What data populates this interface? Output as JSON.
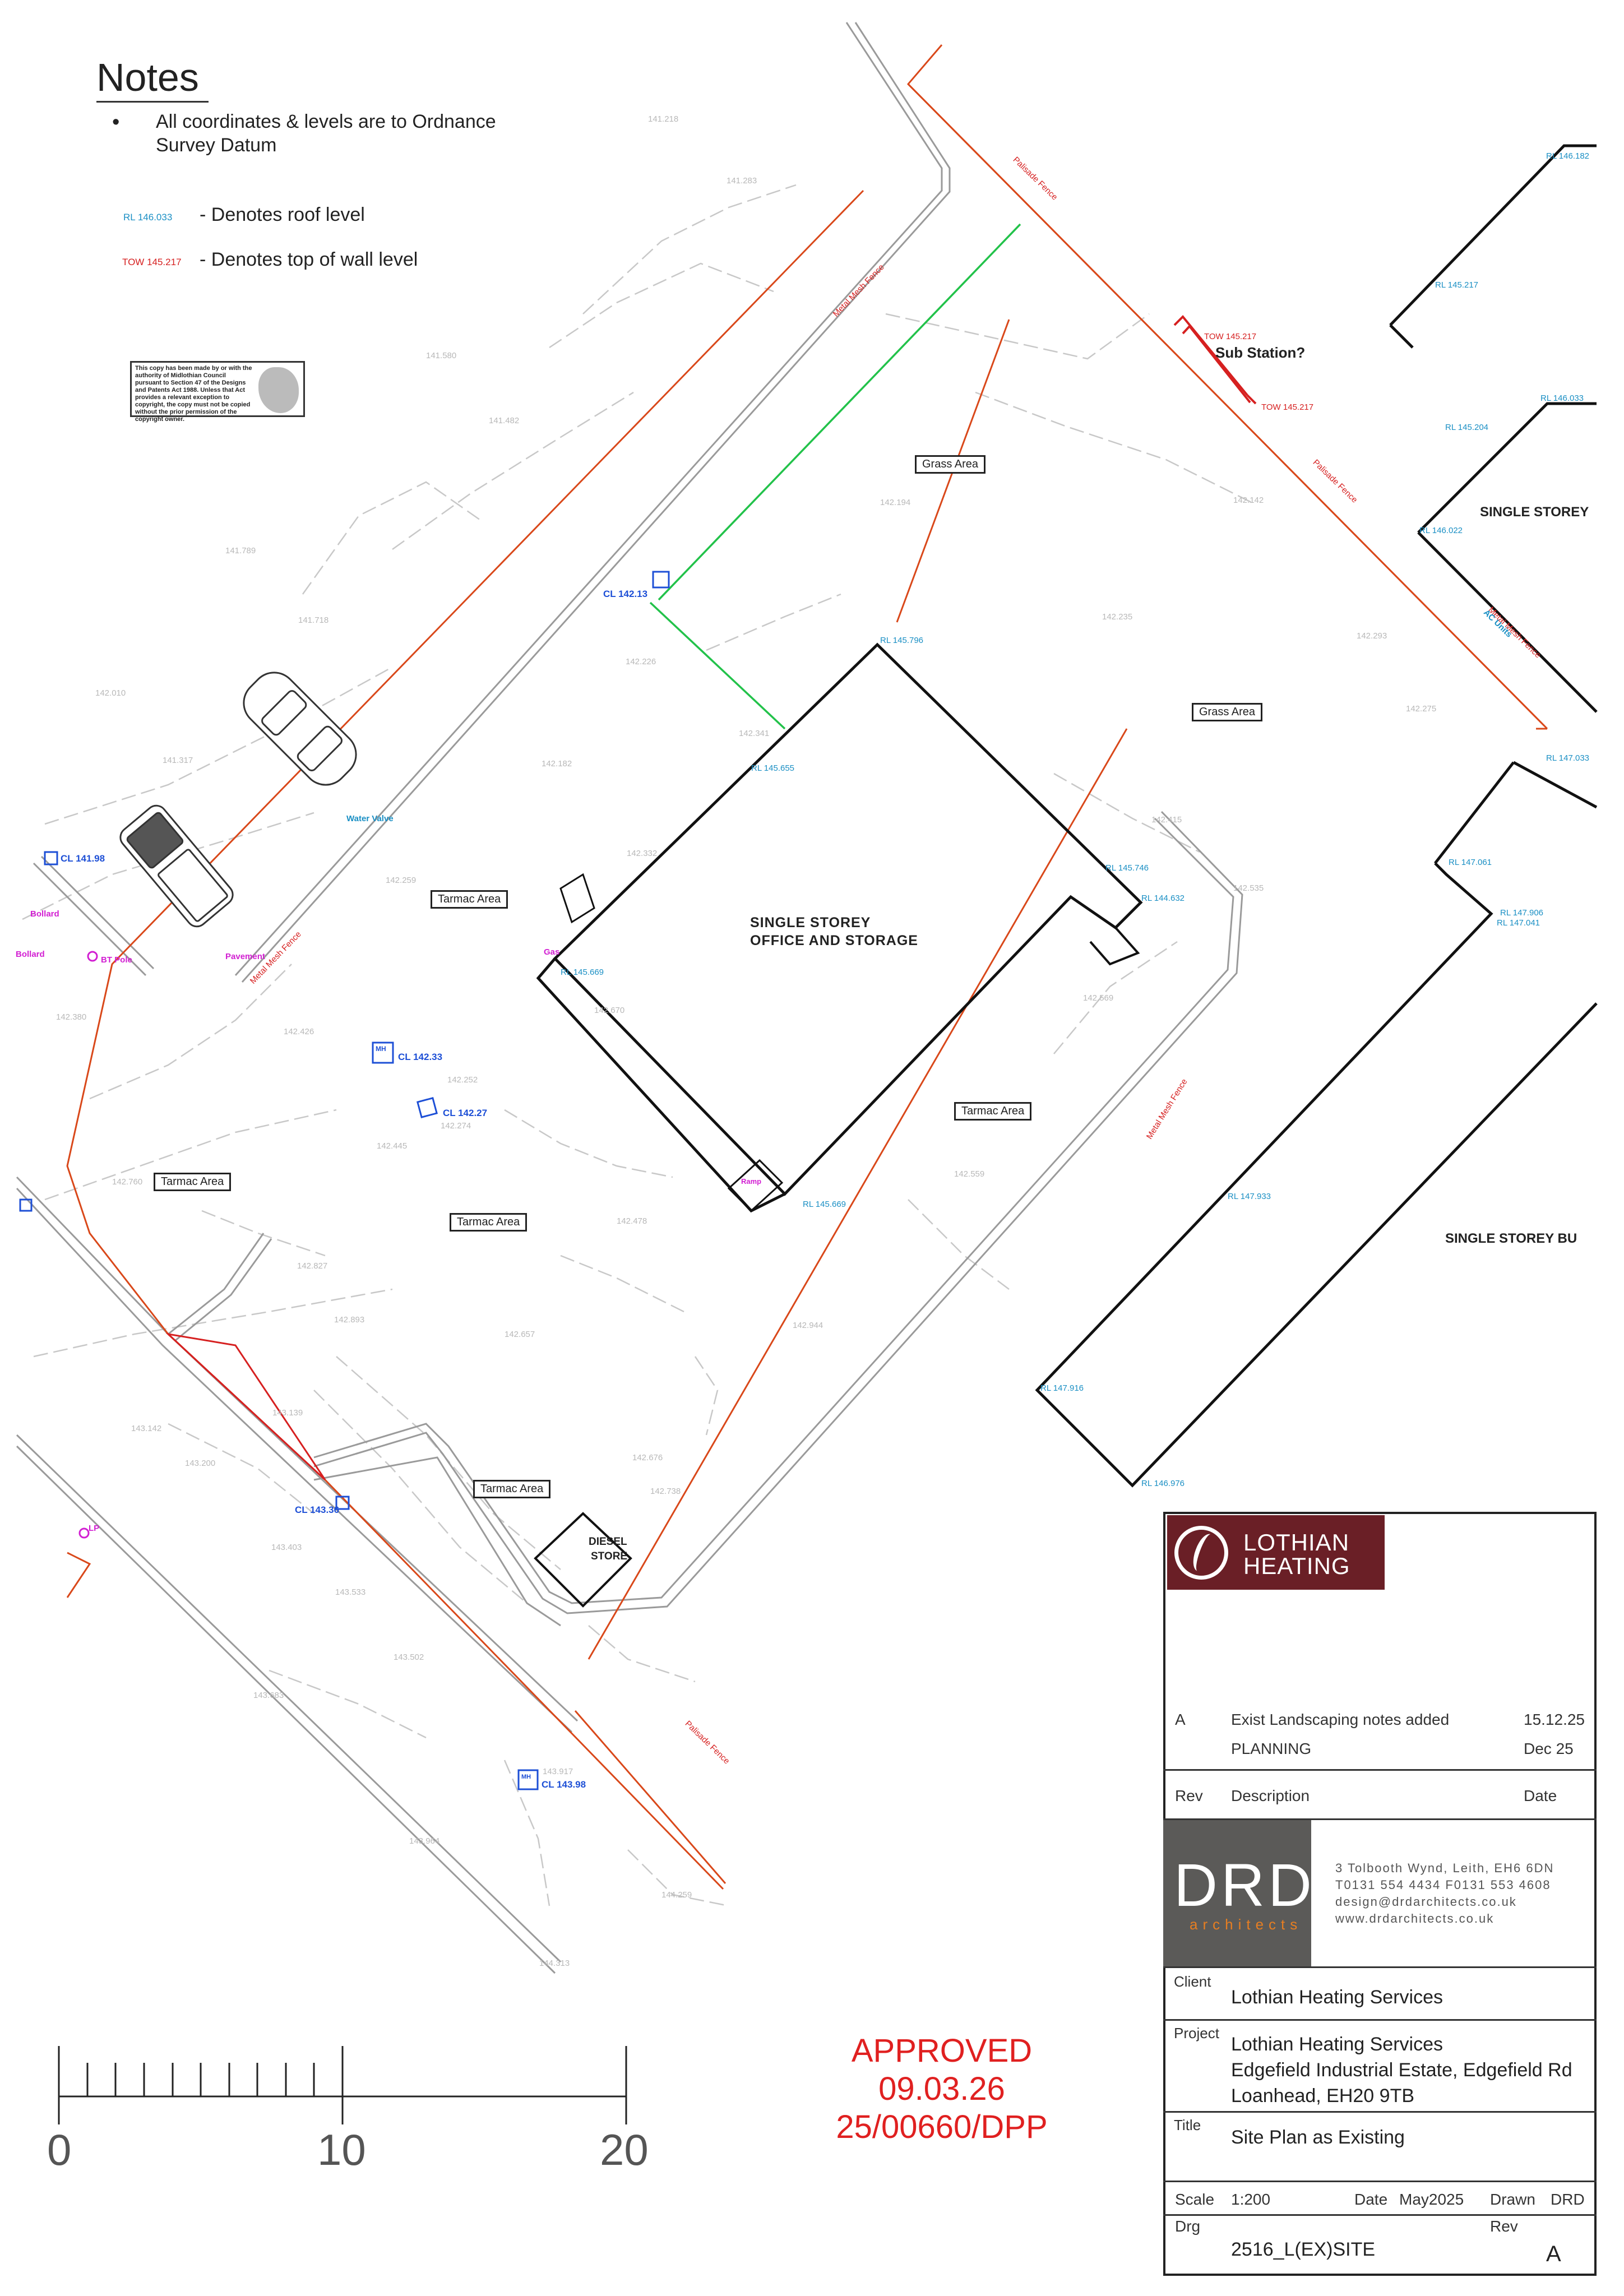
{
  "notes": {
    "title": "Notes",
    "bullet": "All coordinates & levels are to Ordnance Survey Datum",
    "roof_code": "RL 146.033",
    "roof_text": "- Denotes roof level",
    "wall_code": "TOW 145.217",
    "wall_text": "- Denotes top of wall level"
  },
  "copyright_text": "This copy has been made by or with the authority of Midlothian Council pursuant to Section 47 of the Designs and Patents Act 1988. Unless that Act provides a relevant exception to copyright, the copy must not be copied without the prior permission of the copyright owner.",
  "labels": {
    "sub_station": "Sub Station?",
    "grass_area": "Grass Area",
    "single_storey": "SINGLE STOREY",
    "single_storey_bu": "SINGLE STOREY BU",
    "office_line1": "SINGLE STOREY",
    "office_line2": "OFFICE AND STORAGE",
    "tarmac_area": "Tarmac Area",
    "diesel_line1": "DIESEL",
    "diesel_line2": "STORE",
    "water_valve": "Water Valve",
    "pavement": "Pavement",
    "bollard": "Bollard",
    "bt_pole": "BT Pole",
    "gas": "Gas",
    "ramp": "Ramp",
    "mh": "MH",
    "lp": "LP",
    "metal_mesh_fence": "Metal Mesh Fence",
    "palisade_fence": "Palisade Fence",
    "ac_units": "AC Units"
  },
  "levels": {
    "rl_145_796": "RL 145.796",
    "rl_145_655": "RL 145.655",
    "rl_145_669": "RL 145.669",
    "rl_145_746": "RL 145.746",
    "rl_144_632": "RL 144.632",
    "rl_146_182": "RL 146.182",
    "rl_145_217": "RL 145.217",
    "rl_146_033": "RL 146.033",
    "rl_145_204": "RL 145.204",
    "rl_146_022": "RL 146.022",
    "rl_147_033": "RL 147.033",
    "rl_147_061": "RL 147.061",
    "rl_147_906": "RL 147.906",
    "rl_147_041": "RL 147.041",
    "rl_147_933": "RL 147.933",
    "rl_147_916": "RL 147.916",
    "rl_146_976": "RL 146.976",
    "tow_145_217": "TOW 145.217",
    "cl_142_13": "CL 142.13",
    "cl_141_98": "CL 141.98",
    "cl_142_33": "CL 142.33",
    "cl_142_27": "CL 142.27",
    "cl_143_36": "CL 143.36",
    "cl_143_98": "CL 143.98"
  },
  "spot_levels": [
    "141.218",
    "141.283",
    "141.580",
    "141.482",
    "141.789",
    "141.718",
    "142.010",
    "141.317",
    "142.182",
    "142.194",
    "142.142",
    "142.235",
    "142.293",
    "142.275",
    "142.415",
    "142.535",
    "142.569",
    "142.559",
    "142.226",
    "142.341",
    "142.259",
    "142.332",
    "142.426",
    "142.252",
    "142.274",
    "142.445",
    "142.760",
    "142.827",
    "142.893",
    "142.657",
    "142.478",
    "142.944",
    "143.142",
    "143.200",
    "143.139",
    "142.676",
    "142.738",
    "143.403",
    "143.533",
    "143.502",
    "143.683",
    "143.917",
    "143.964",
    "144.259",
    "144.313",
    "142.380",
    "142.670"
  ],
  "title_block": {
    "logo_line1": "LOTHIAN",
    "logo_line2": "HEATING",
    "rev_a": "A",
    "rev_a_desc": "Exist Landscaping notes added",
    "rev_a_date": "15.12.25",
    "planning": "PLANNING",
    "planning_date": "Dec 25",
    "head_rev": "Rev",
    "head_desc": "Description",
    "head_date": "Date",
    "drd": "DRD",
    "drd_sub": "architects",
    "address1": "3 Tolbooth Wynd, Leith, EH6 6DN",
    "address2": "T0131 554 4434   F0131 553 4608",
    "address3": "design@drdarchitects.co.uk",
    "address4": "www.drdarchitects.co.uk",
    "client_label": "Client",
    "client": "Lothian Heating Services",
    "project_label": "Project",
    "project1": "Lothian Heating Services",
    "project2": "Edgefield Industrial Estate, Edgefield Rd",
    "project3": "Loanhead, EH20 9TB",
    "title_label": "Title",
    "title": "Site Plan as Existing",
    "scale_label": "Scale",
    "scale": "1:200",
    "date_label": "Date",
    "date": "May2025",
    "drawn_label": "Drawn",
    "drawn": "DRD",
    "drg_label": "Drg",
    "drg": "2516_L(EX)SITE",
    "rev_label": "Rev",
    "rev": "A"
  },
  "approval": {
    "line1": "APPROVED",
    "line2": "09.03.26",
    "line3": "25/00660/DPP"
  },
  "scale_bar": {
    "label0": "0",
    "label10": "10",
    "label20": "20"
  },
  "colors": {
    "building": "#111111",
    "fence_red": "#d9481a",
    "green_line": "#22c24a",
    "contour_grey": "#c4c4c4",
    "level_cyan": "#1a8fc4",
    "cl_blue": "#1d4fd6",
    "magenta": "#d21fd2",
    "approved_red": "#e02020",
    "logo_maroon": "#6a1f26",
    "drd_grey": "#5b5a58"
  }
}
